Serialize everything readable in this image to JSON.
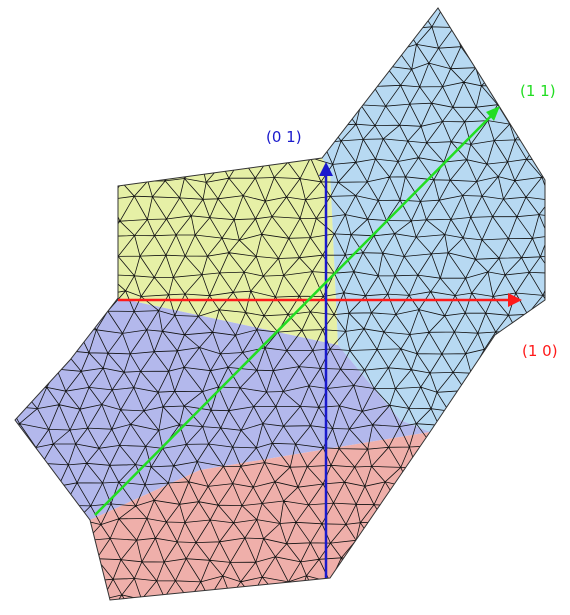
{
  "regions": [
    {
      "name": "yellow-region",
      "color": "#e6f0a6"
    },
    {
      "name": "light-blue-region",
      "color": "#b7d9f2"
    },
    {
      "name": "purple-region",
      "color": "#b3b8ec"
    },
    {
      "name": "pink-region",
      "color": "#efafaa"
    }
  ],
  "mesh": {
    "line_color": "#111111"
  },
  "axes": [
    {
      "name": "axis-1-0",
      "label": "(1 0)",
      "color": "#ff1a1a"
    },
    {
      "name": "axis-0-1",
      "label": "(0 1)",
      "color": "#1a1acc"
    },
    {
      "name": "axis-1-1",
      "label": "(1 1)",
      "color": "#22dd22"
    }
  ]
}
